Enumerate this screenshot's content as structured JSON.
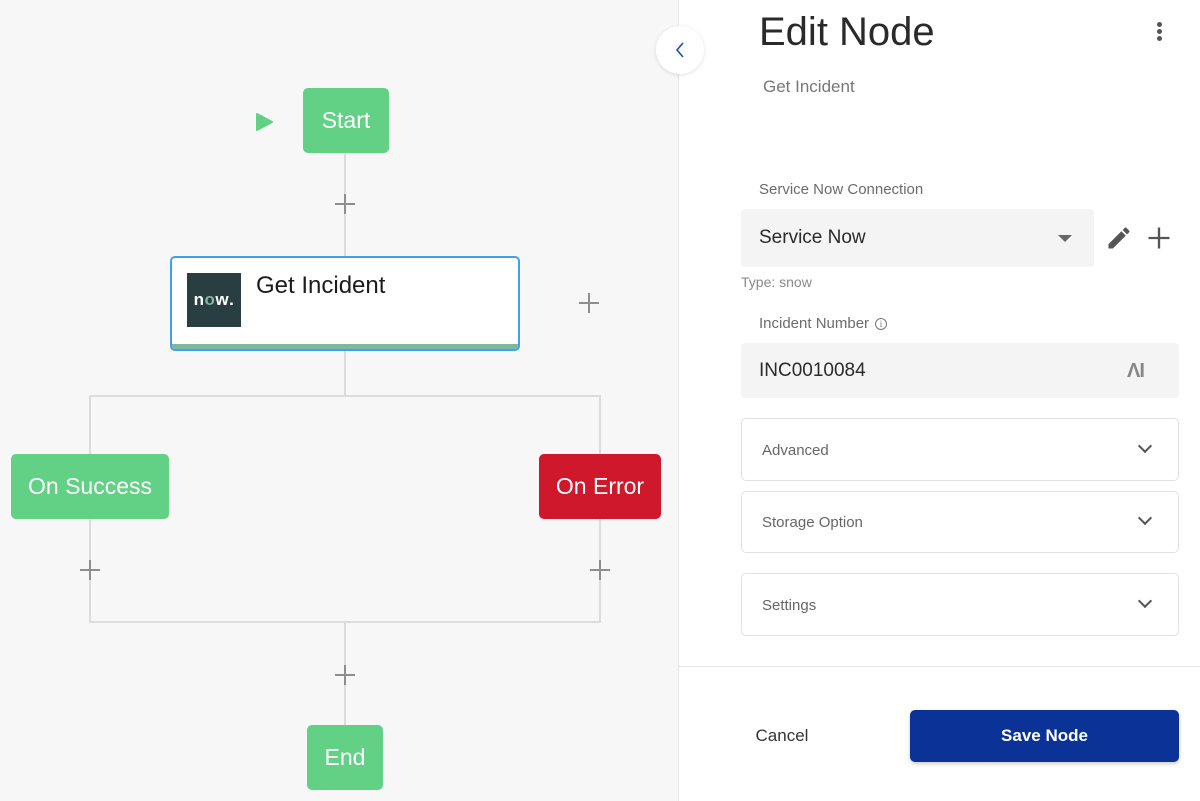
{
  "canvas": {
    "start_label": "Start",
    "incident_node": {
      "title": "Get Incident",
      "logo_text_n": "n",
      "logo_text_o": "o",
      "logo_text_w": "w",
      "logo_text_dot": "."
    },
    "success_label": "On Success",
    "error_label": "On Error",
    "end_label": "End"
  },
  "panel": {
    "title": "Edit Node",
    "subtitle": "Get Incident",
    "connection": {
      "label": "Service Now Connection",
      "value": "Service Now",
      "type_text": "Type: snow"
    },
    "incident_number": {
      "label": "Incident Number",
      "info_glyph": "i",
      "value": "INC0010084",
      "ai_badge": "ΛI"
    },
    "accordions": [
      {
        "label": "Advanced"
      },
      {
        "label": "Storage Option"
      },
      {
        "label": "Settings"
      }
    ],
    "cancel_label": "Cancel",
    "save_label": "Save Node"
  },
  "colors": {
    "node_green": "#62d085",
    "node_red": "#d0182d",
    "selected_border": "#3fa0f0",
    "save_button": "#0b3296",
    "servicenow_logo_bg": "#293e40"
  }
}
